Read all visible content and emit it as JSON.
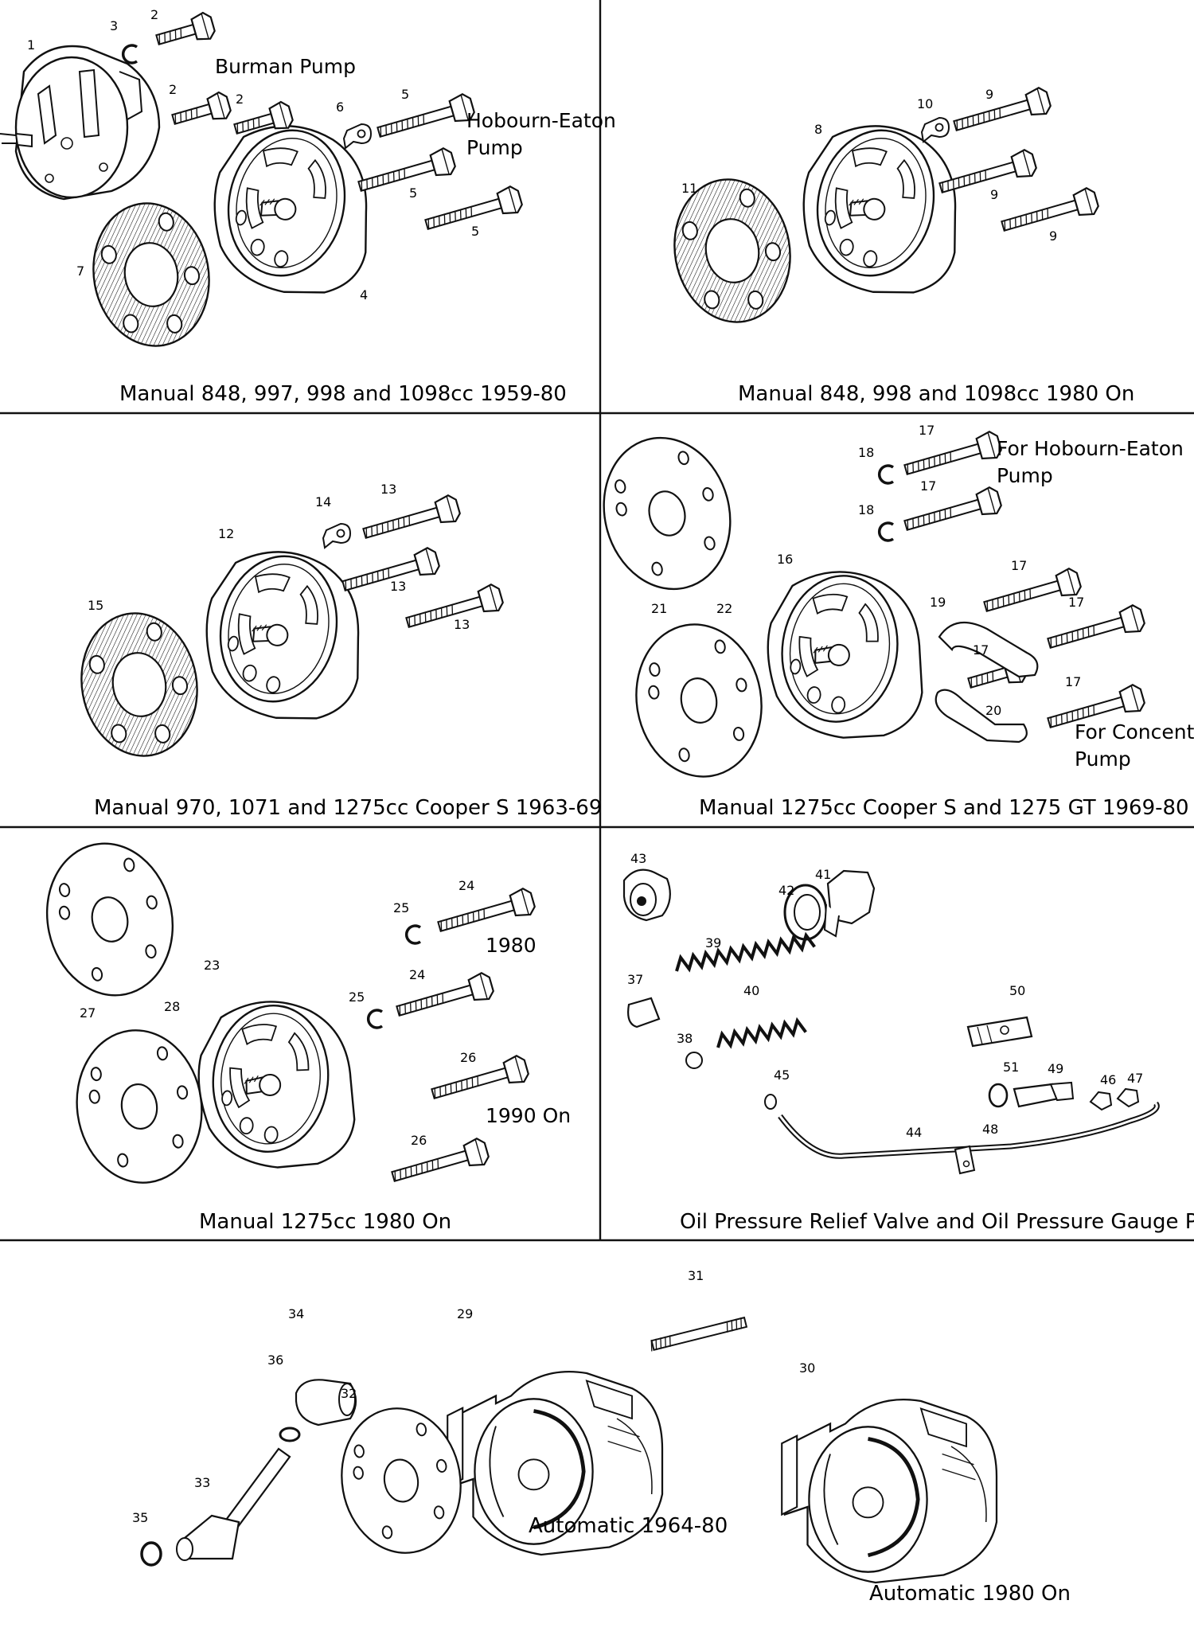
{
  "panels": {
    "p1": {
      "caption": "Manual 848, 997, 998 and 1098cc 1959-80",
      "note_a": "Burman Pump",
      "note_b1": "Hobourn-Eaton",
      "note_b2": "Pump"
    },
    "p2": {
      "caption": "Manual 848, 998 and 1098cc 1980 On"
    },
    "p3": {
      "caption": "Manual 970, 1071 and 1275cc Cooper S 1963-69"
    },
    "p4": {
      "caption": "Manual 1275cc Cooper S and 1275 GT 1969-80",
      "note_a1": "For Hobourn-Eaton",
      "note_a2": "Pump",
      "note_b1": "For Concentric",
      "note_b2": "Pump"
    },
    "p5": {
      "caption": "Manual 1275cc 1980 On",
      "note_a": "1980",
      "note_b": "1990 On"
    },
    "p6": {
      "caption": "Oil Pressure Relief Valve and Oil Pressure Gauge Pipe"
    },
    "p7": {
      "caption": "Automatic 1964-80"
    },
    "p8": {
      "caption": "Automatic 1980 On"
    }
  },
  "callouts": {
    "n1": "1",
    "n2a": "2",
    "n2b": "2",
    "n2c": "2",
    "n3": "3",
    "n4": "4",
    "n5a": "5",
    "n5b": "5",
    "n5c": "5",
    "n6": "6",
    "n7": "7",
    "n8": "8",
    "n9a": "9",
    "n9b": "9",
    "n9c": "9",
    "n10": "10",
    "n11": "11",
    "n12": "12",
    "n13a": "13",
    "n13b": "13",
    "n13c": "13",
    "n14": "14",
    "n15": "15",
    "n16": "16",
    "n17a": "17",
    "n17b": "17",
    "n17c": "17",
    "n17d": "17",
    "n17e": "17",
    "n17f": "17",
    "n18a": "18",
    "n18b": "18",
    "n19": "19",
    "n20": "20",
    "n21": "21",
    "n22": "22",
    "n23": "23",
    "n24a": "24",
    "n24b": "24",
    "n25a": "25",
    "n25b": "25",
    "n26a": "26",
    "n26b": "26",
    "n27": "27",
    "n28": "28",
    "n29": "29",
    "n30": "30",
    "n31": "31",
    "n32": "32",
    "n33": "33",
    "n34": "34",
    "n35": "35",
    "n36": "36",
    "n37": "37",
    "n38": "38",
    "n39": "39",
    "n40": "40",
    "n41": "41",
    "n42": "42",
    "n43": "43",
    "n44": "44",
    "n45": "45",
    "n46": "46",
    "n47": "47",
    "n48": "48",
    "n49": "49",
    "n50": "50",
    "n51": "51"
  },
  "icons": [
    "oil-pump-body",
    "gasket",
    "bolt",
    "lock-washer",
    "tab-washer",
    "spring",
    "pipe"
  ]
}
